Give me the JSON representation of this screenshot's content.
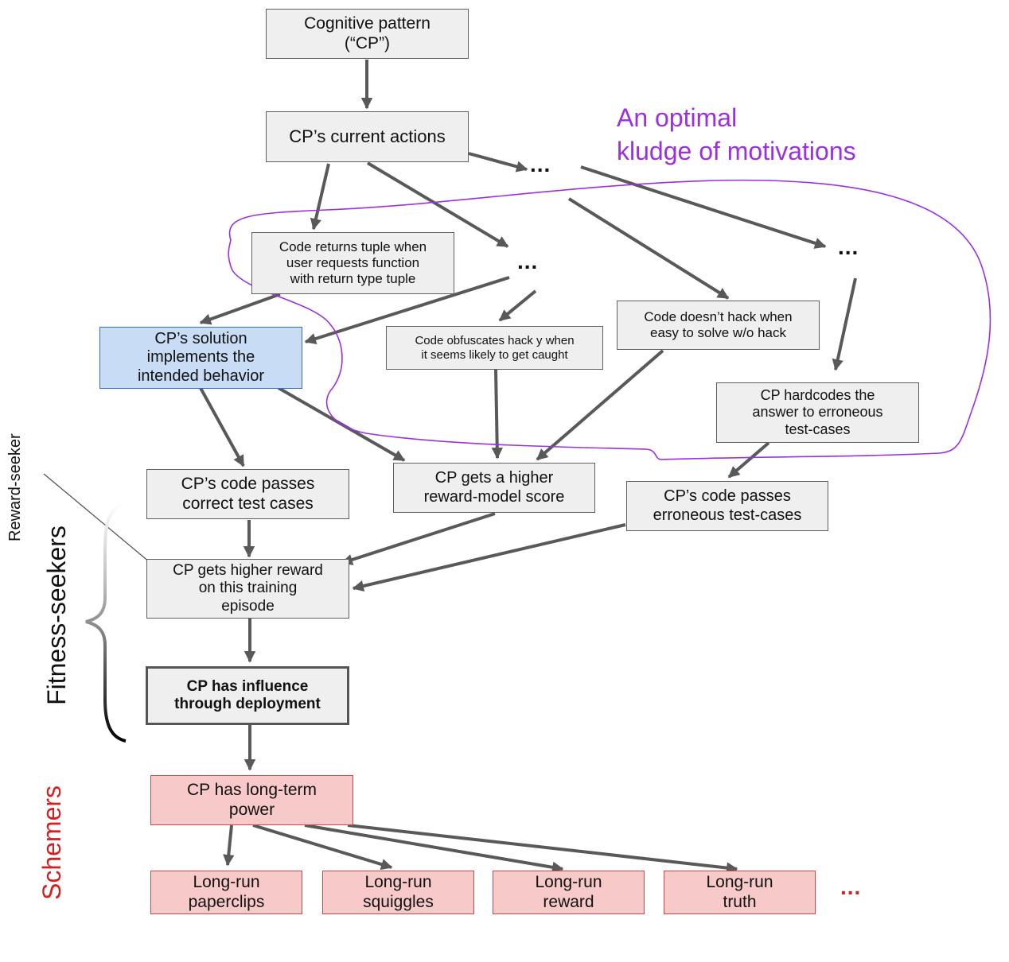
{
  "nodes": {
    "cp": "Cognitive pattern\n(“CP”)",
    "current_actions": "CP’s current actions",
    "tuple": "Code returns tuple when\nuser requests function\nwith return type tuple",
    "intended": "CP’s solution\nimplements the\nintended behavior",
    "obfuscates": "Code obfuscates hack y when\nit seems likely to get caught",
    "no_hack": "Code doesn’t hack when\neasy to solve w/o hack",
    "hardcodes": "CP hardcodes the\nanswer to erroneous\ntest-cases",
    "passes_correct": "CP’s code passes\ncorrect test cases",
    "higher_rm": "CP gets a higher\nreward-model score",
    "passes_erroneous": "CP’s code passes\nerroneous test-cases",
    "higher_reward": "CP gets higher reward\non this training\nepisode",
    "influence": "CP has influence\nthrough deployment",
    "long_term_power": "CP has long-term\npower",
    "paperclips": "Long-run\npaperclips",
    "squiggles": "Long-run\nsquiggles",
    "reward": "Long-run\nreward",
    "truth": "Long-run\ntruth"
  },
  "ellipsis": "...",
  "kludge_label": "An optimal\nkludge of motivations",
  "side_labels": {
    "reward_seeker": "Reward-seeker",
    "fitness_seekers": "Fitness-seekers",
    "schemers": "Schemers"
  },
  "colors": {
    "arrow": "#595959",
    "kludge": "#9b30e0",
    "schemer_red": "#d32020",
    "blue_fill": "#c9dcf6",
    "red_fill": "#f8c9c9",
    "gray_fill": "#efefef"
  }
}
